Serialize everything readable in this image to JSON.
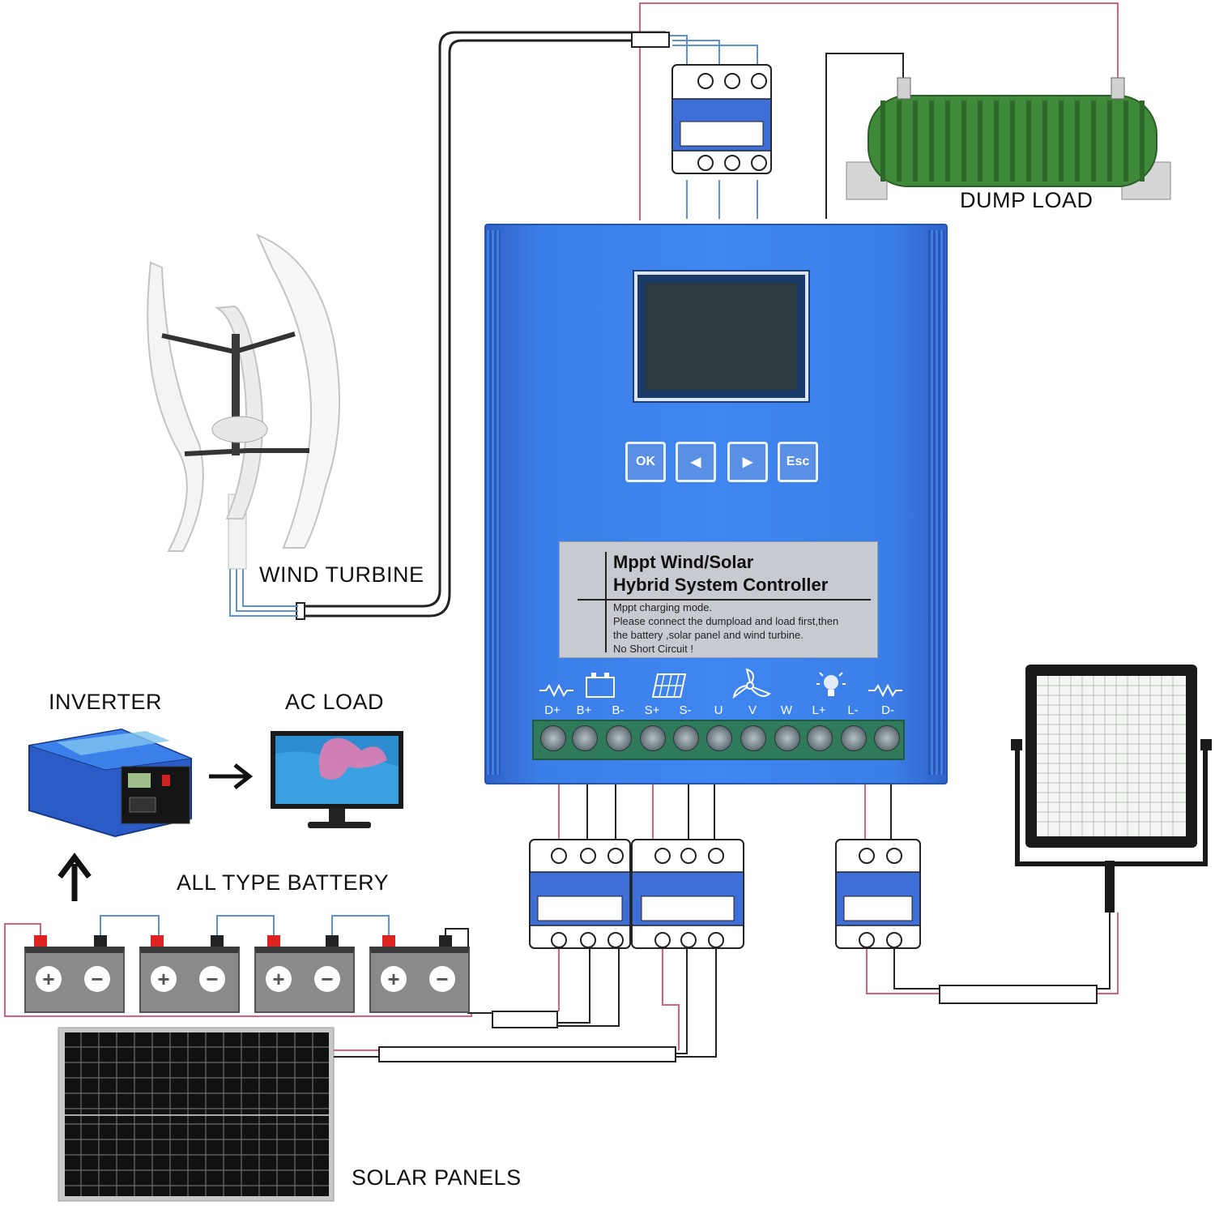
{
  "labels": {
    "dump_load": "DUMP LOAD",
    "wind_turbine": "WIND TURBINE",
    "inverter": "INVERTER",
    "ac_load": "AC LOAD",
    "battery": "ALL TYPE BATTERY",
    "solar_panels": "SOLAR PANELS"
  },
  "controller": {
    "title_line1": "Mppt Wind/Solar",
    "title_line2": "Hybrid System Controller",
    "note_line1": "Mppt charging mode.",
    "note_line2": "Please connect the dumpload and load first,then",
    "note_line3": "the battery ,solar panel and wind turbine.",
    "note_line4": "No Short Circuit !",
    "buttons": {
      "ok": "OK",
      "left": "◀",
      "right": "▶",
      "esc": "Esc"
    },
    "terminals": [
      "D+",
      "B+",
      "B-",
      "S+",
      "S-",
      "U",
      "V",
      "W",
      "L+",
      "L-",
      "D-"
    ]
  },
  "battery_signs": {
    "plus": "+",
    "minus": "−"
  },
  "colors": {
    "controller_blue": "#3f86f0",
    "wire_red": "#e0607a",
    "wire_blue": "#5b8fd9",
    "wire_black": "#222222",
    "dump_load_green": "#3f8a3a"
  }
}
